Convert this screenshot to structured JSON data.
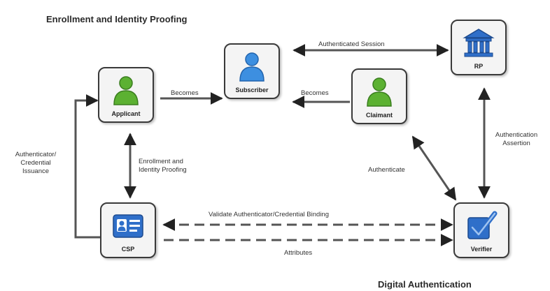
{
  "titles": {
    "top": "Enrollment and Identity Proofing",
    "bottom": "Digital Authentication"
  },
  "nodes": {
    "applicant": {
      "label": "Applicant",
      "icon": "person-icon",
      "color": "#5cb132"
    },
    "subscriber": {
      "label": "Subscriber",
      "icon": "person-icon",
      "color": "#3d8fe0"
    },
    "claimant": {
      "label": "Claimant",
      "icon": "person-icon",
      "color": "#5cb132"
    },
    "rp": {
      "label": "RP",
      "icon": "bank-building-icon",
      "color": "#2f6fc9"
    },
    "csp": {
      "label": "CSP",
      "icon": "id-card-icon",
      "color": "#2f6fc9"
    },
    "verifier": {
      "label": "Verifier",
      "icon": "checkbox-check-icon",
      "color": "#2f6fc9"
    }
  },
  "edges": {
    "applicant_subscriber": "Becomes",
    "claimant_subscriber": "Becomes",
    "authenticated_session": "Authenticated Session",
    "authenticator_credential_issuance": [
      "Authenticator/",
      "Credential",
      "Issuance"
    ],
    "enrollment_proofing": [
      "Enrollment and",
      "Identity Proofing"
    ],
    "authenticate": "Authenticate",
    "authentication_assertion": [
      "Authentication",
      "Assertion"
    ],
    "validate_binding": "Validate Authenticator/Credential Binding",
    "attributes": "Attributes"
  }
}
